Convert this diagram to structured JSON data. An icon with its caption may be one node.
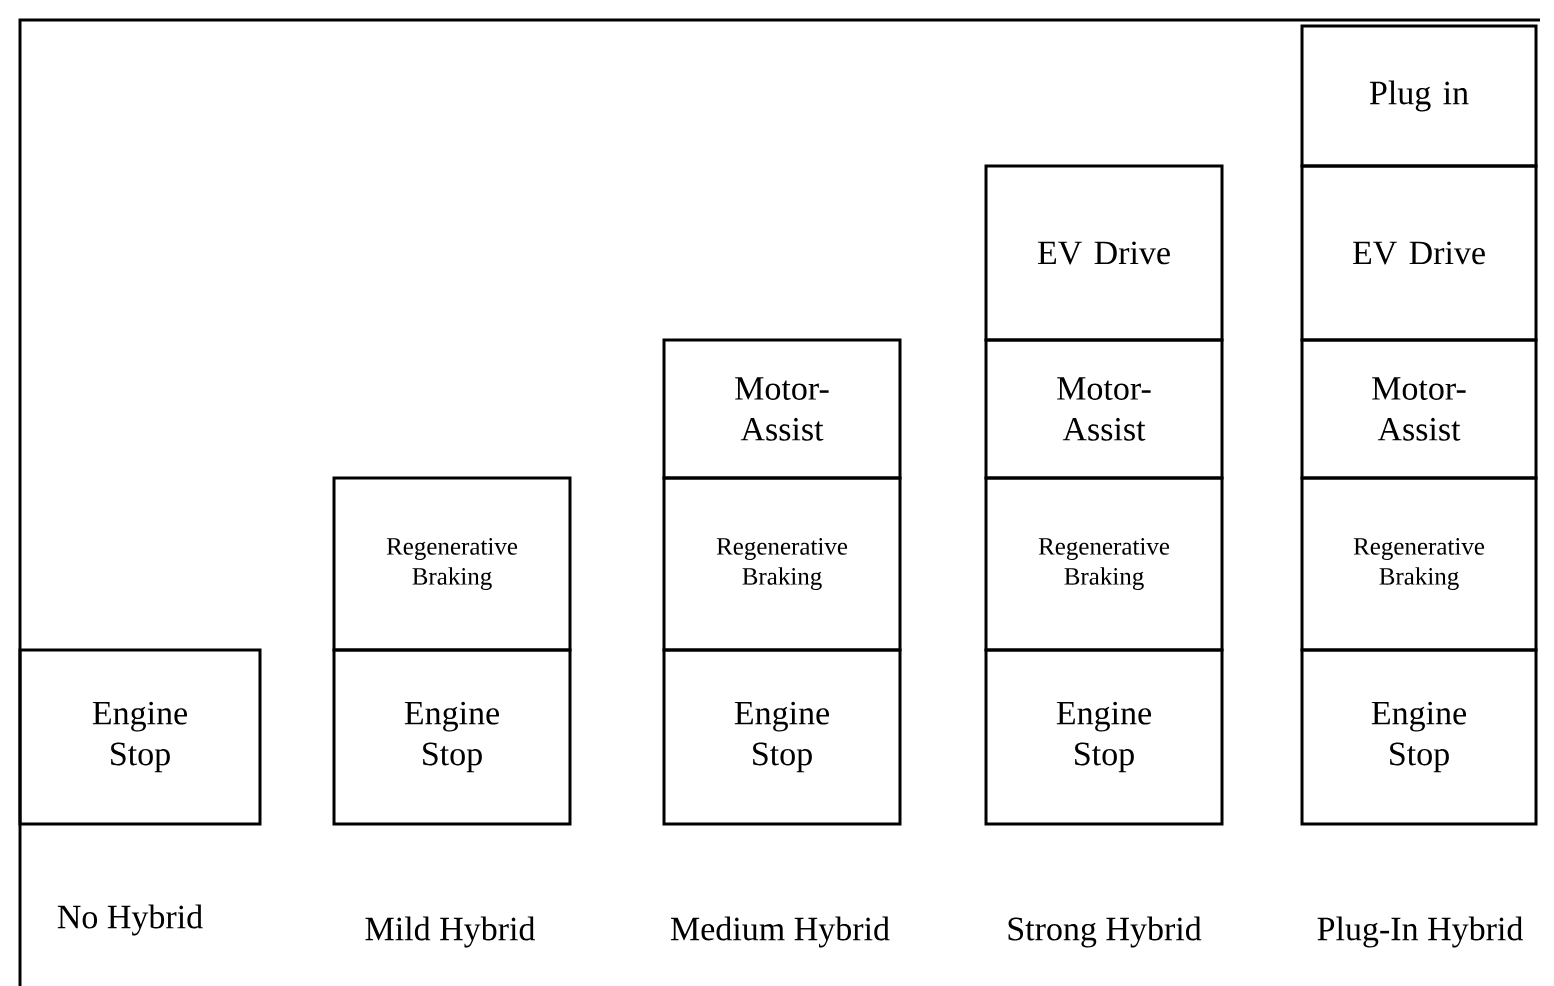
{
  "diagram": {
    "nodes": [
      {
        "text": [
          "Plug in"
        ]
      },
      {
        "text": [
          "EV Drive"
        ]
      },
      {
        "text": [
          "EV Drive"
        ]
      },
      {
        "text": [
          "Motor-Assist"
        ]
      },
      {
        "text": [
          "Motor-Assist"
        ]
      },
      {
        "text": [
          "Motor-Assist"
        ]
      },
      {
        "text": [
          "Regenerative Braking"
        ]
      },
      {
        "text": [
          "Regenerative Braking"
        ]
      },
      {
        "text": [
          "Regenerative Braking"
        ]
      },
      {
        "text": [
          "Regenerative Braking"
        ]
      },
      {
        "text": [
          "Engine Stop"
        ]
      },
      {
        "text": [
          "Engine Stop"
        ]
      },
      {
        "text": [
          "Engine Stop"
        ]
      },
      {
        "text": [
          "Engine Stop"
        ]
      },
      {
        "text": [
          "Engine Stop"
        ]
      }
    ],
    "labels": [
      "No Hybrid",
      "Mild Hybrid",
      "Medium Hybrid",
      "Strong Hybrid",
      "Plug-In Hybrid"
    ]
  }
}
